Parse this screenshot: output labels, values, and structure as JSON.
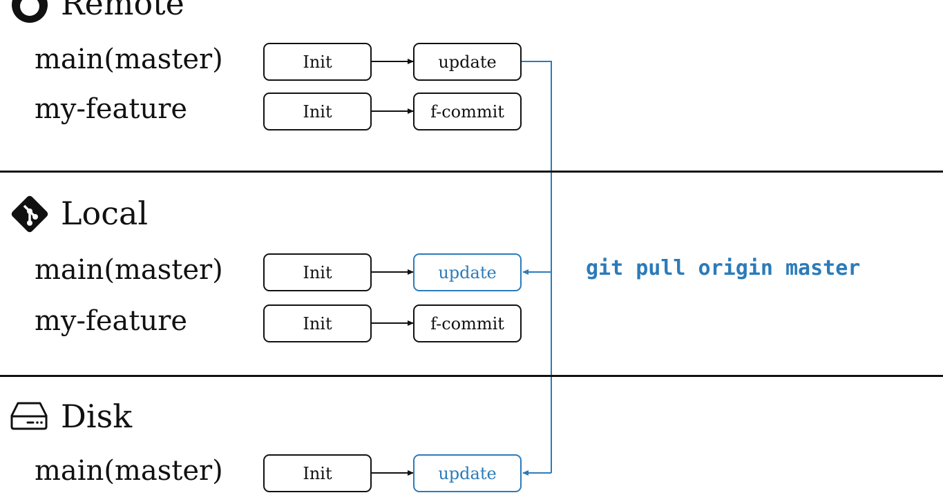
{
  "colors": {
    "ink": "#111111",
    "accent": "#2b7bb9"
  },
  "sections": {
    "remote": {
      "title": "Remote",
      "icon": "github-icon",
      "branches": [
        {
          "name": "main(master)",
          "commits": [
            "Init",
            "update"
          ]
        },
        {
          "name": "my-feature",
          "commits": [
            "Init",
            "f-commit"
          ]
        }
      ]
    },
    "local": {
      "title": "Local",
      "icon": "git-icon",
      "branches": [
        {
          "name": "main(master)",
          "commits": [
            "Init",
            "update"
          ],
          "highlight_commit": "update"
        },
        {
          "name": "my-feature",
          "commits": [
            "Init",
            "f-commit"
          ]
        }
      ]
    },
    "disk": {
      "title": "Disk",
      "icon": "hard-drive-icon",
      "branches": [
        {
          "name": "main(master)",
          "commits": [
            "Init",
            "update"
          ],
          "highlight_commit": "update"
        }
      ]
    }
  },
  "command": "git pull origin master"
}
